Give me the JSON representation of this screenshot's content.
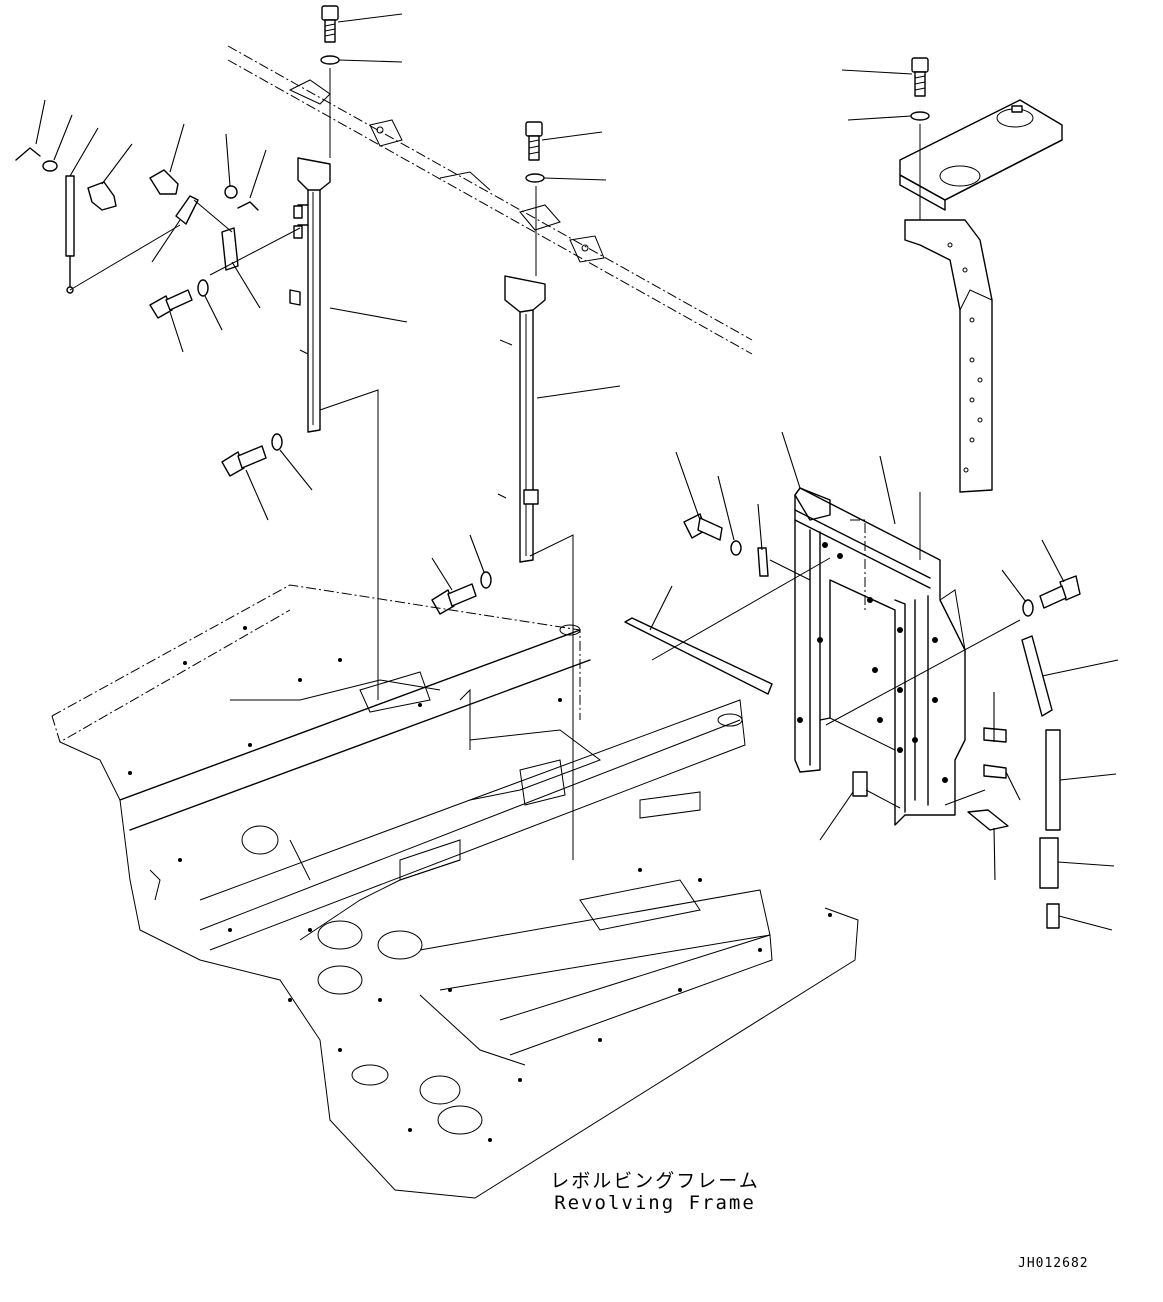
{
  "labels": {
    "frame_jp": "レボルビングフレーム",
    "frame_en": "Revolving Frame",
    "drawing_code": "JH012682"
  }
}
